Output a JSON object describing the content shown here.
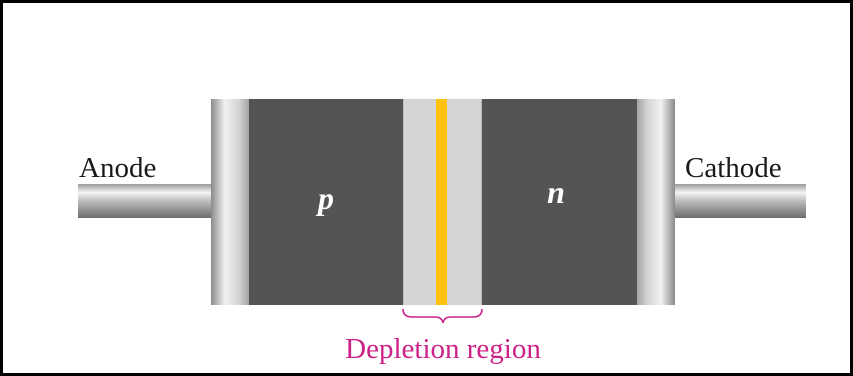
{
  "diagram": {
    "anode_label": "Anode",
    "cathode_label": "Cathode",
    "p_label": "p",
    "n_label": "n",
    "depletion_label": "Depletion region",
    "colors": {
      "body": "#545456",
      "cap_light": "#f2f2f2",
      "cap_dark": "#8a8a8a",
      "depletion_fill": "#d4d4d6",
      "junction": "#ffc20e",
      "annotation": "#cc2288",
      "text": "#1a1a1a",
      "region_text": "#ffffff"
    }
  }
}
